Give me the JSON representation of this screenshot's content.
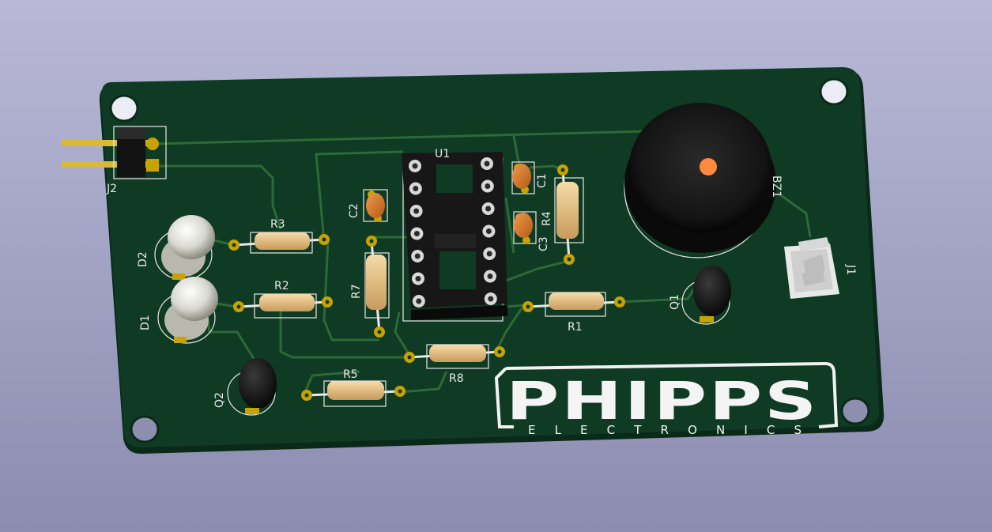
{
  "board": {
    "colors": {
      "pcb": "#0f3a24",
      "pcb_edge": "#0a2a19",
      "trace": "#2d6a35",
      "silkscreen": "#e8e8e8",
      "pad": "#c8a200",
      "resistor": "#e8c48a",
      "capacitor": "#d9782a",
      "buzzer": "#1c1c1c",
      "buzzer_dot": "#ff8a3d"
    },
    "refs": {
      "j2": "J2",
      "j1": "J1",
      "u1": "U1",
      "bz1": "BZ1",
      "c1": "C1",
      "c2": "C2",
      "c3": "C3",
      "r1": "R1",
      "r2": "R2",
      "r3": "R3",
      "r4": "R4",
      "r5": "R5",
      "r7": "R7",
      "r8": "R8",
      "d1": "D1",
      "d2": "D2",
      "q1": "Q1",
      "q2": "Q2"
    },
    "logo": {
      "brand": "PHIPPS",
      "tagline": "ELECTRONICS"
    }
  }
}
